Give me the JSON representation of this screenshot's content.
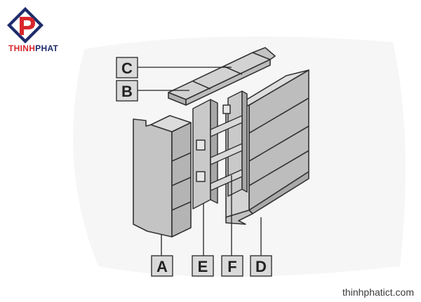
{
  "brand": {
    "name_part1": "THINH",
    "name_part2": "PHAT",
    "logo_colors": {
      "red": "#d8262c",
      "navy": "#1f2c6b"
    }
  },
  "website": "thinhphatict.com",
  "labels": {
    "A": "A",
    "B": "B",
    "C": "C",
    "D": "D",
    "E": "E",
    "F": "F"
  },
  "colors": {
    "part_fill": "#c8c8c8",
    "part_fill_dark": "#a9a9a9",
    "outline": "#333333",
    "label_fill": "#d9d9d9"
  }
}
